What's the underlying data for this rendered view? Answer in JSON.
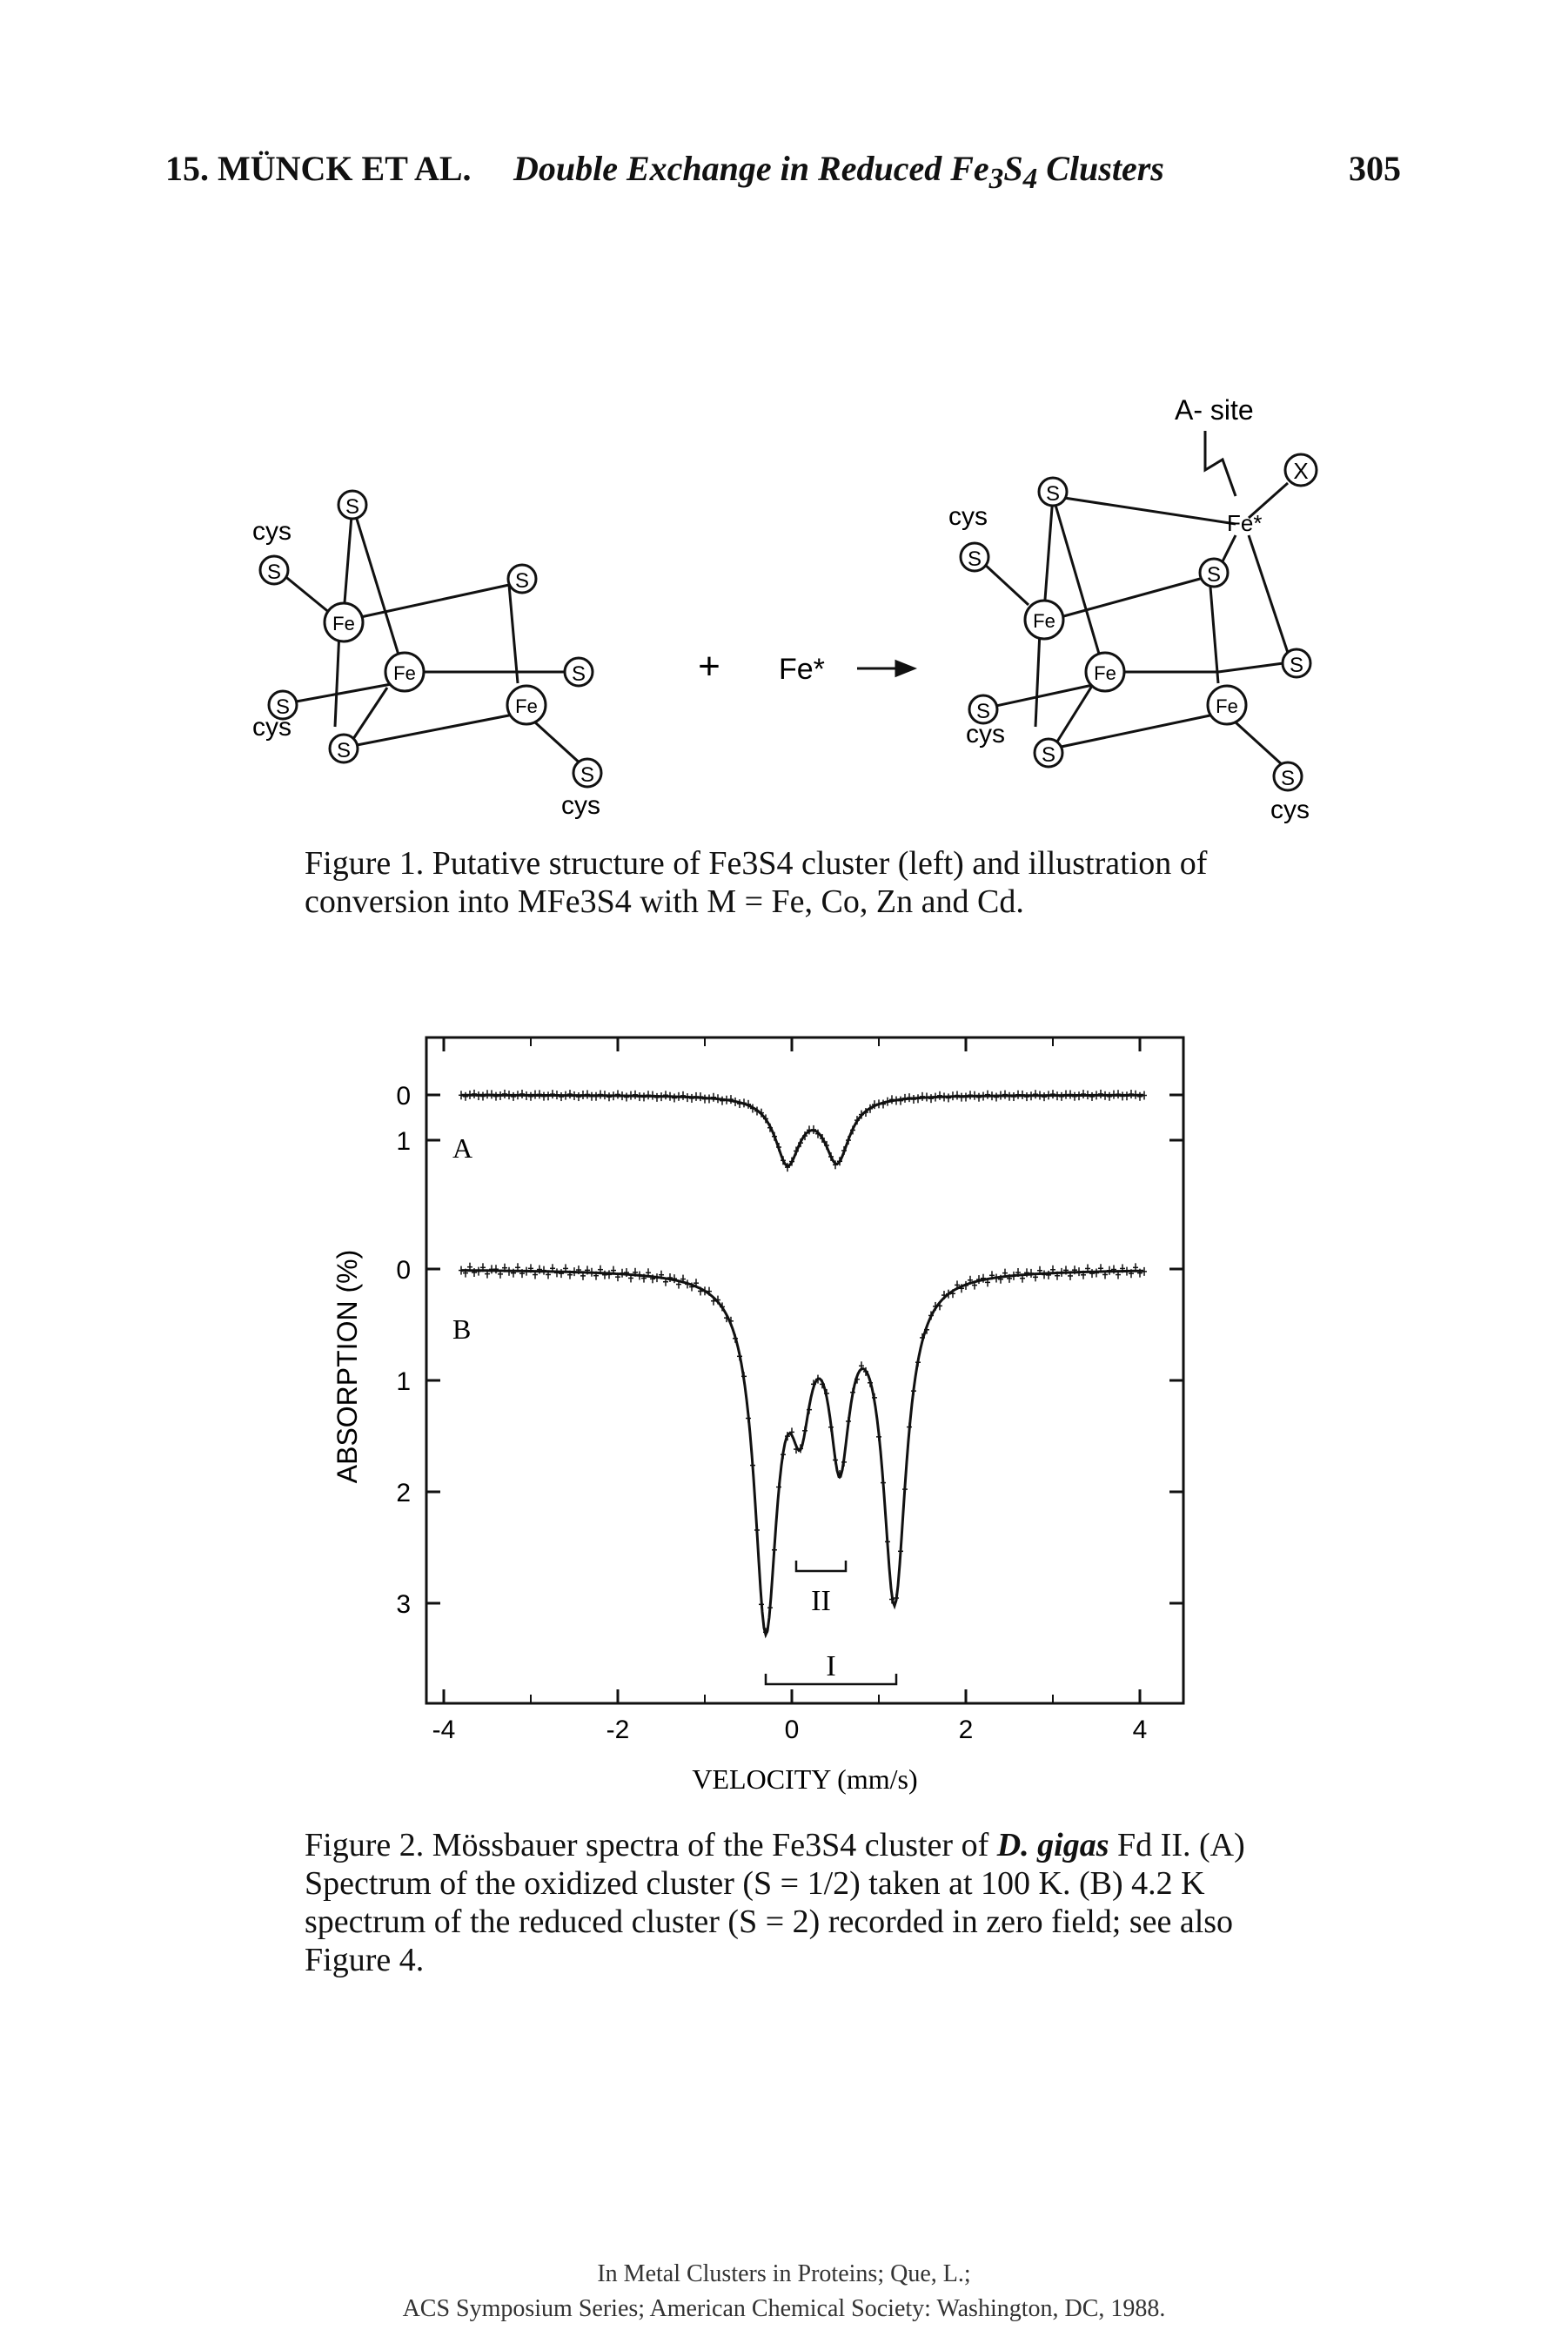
{
  "header": {
    "chapter": "15. MÜNCK ET AL.",
    "title_pre": "Double Exchange in Reduced Fe",
    "title_sub1": "3",
    "title_s": "S",
    "title_sub2": "4",
    "title_post": " Clusters",
    "page_number": "305"
  },
  "figure1": {
    "a_site_label": "A- site",
    "plus": "+",
    "fe_star": "Fe*",
    "arrow": "—►",
    "S": "S",
    "Fe": "Fe",
    "X": "X",
    "cys": "cys",
    "fe_star_small": "Fe*"
  },
  "caption1": {
    "label": "Figure 1.",
    "text": " Putative structure of Fe3S4 cluster (left) and illustration of conversion into MFe3S4 with M = Fe, Co, Zn and Cd."
  },
  "figure2": {
    "chart_data": {
      "type": "line",
      "xlabel": "VELOCITY (mm/s)",
      "ylabel": "ABSORPTION (%)",
      "xlim": [
        -4.2,
        4.5
      ],
      "x_ticks": [
        -4,
        -2,
        0,
        2,
        4
      ],
      "x_tick_labels": [
        "-4",
        "-2",
        "0",
        "2",
        "4"
      ],
      "series": [
        {
          "name": "A",
          "y_tick_labels": [
            "0",
            "1"
          ],
          "baseline_pct": 0,
          "lines": [
            {
              "center": -0.05,
              "depth": 1.45,
              "width": 0.35
            },
            {
              "center": 0.52,
              "depth": 1.4,
              "width": 0.35
            }
          ]
        },
        {
          "name": "B",
          "y_tick_labels": [
            "0",
            "1",
            "2",
            "3"
          ],
          "baseline_pct": 0,
          "lines": [
            {
              "center": -0.3,
              "depth": 3.1,
              "width": 0.32
            },
            {
              "center": 1.18,
              "depth": 2.9,
              "width": 0.32
            },
            {
              "center": 0.1,
              "depth": 1.0,
              "width": 0.28
            },
            {
              "center": 0.55,
              "depth": 1.5,
              "width": 0.28
            }
          ]
        }
      ],
      "annotations": [
        {
          "label": "II",
          "from": 0.05,
          "to": 0.62
        },
        {
          "label": "I",
          "from": -0.3,
          "to": 1.2
        }
      ]
    }
  },
  "caption2": {
    "label": "Figure 2.",
    "text_1": " Mössbauer spectra of the Fe3S4 cluster of ",
    "species": "D. gigas",
    "text_2": " Fd II. (A) Spectrum of the oxidized cluster (S = 1/2) taken at 100 K. (B) 4.2 K spectrum of the reduced cluster (S = 2) recorded in zero field; see also Figure 4."
  },
  "footer": {
    "line1": "In Metal Clusters in Proteins; Que, L.;",
    "line2": "ACS Symposium Series; American Chemical Society: Washington, DC, 1988."
  }
}
